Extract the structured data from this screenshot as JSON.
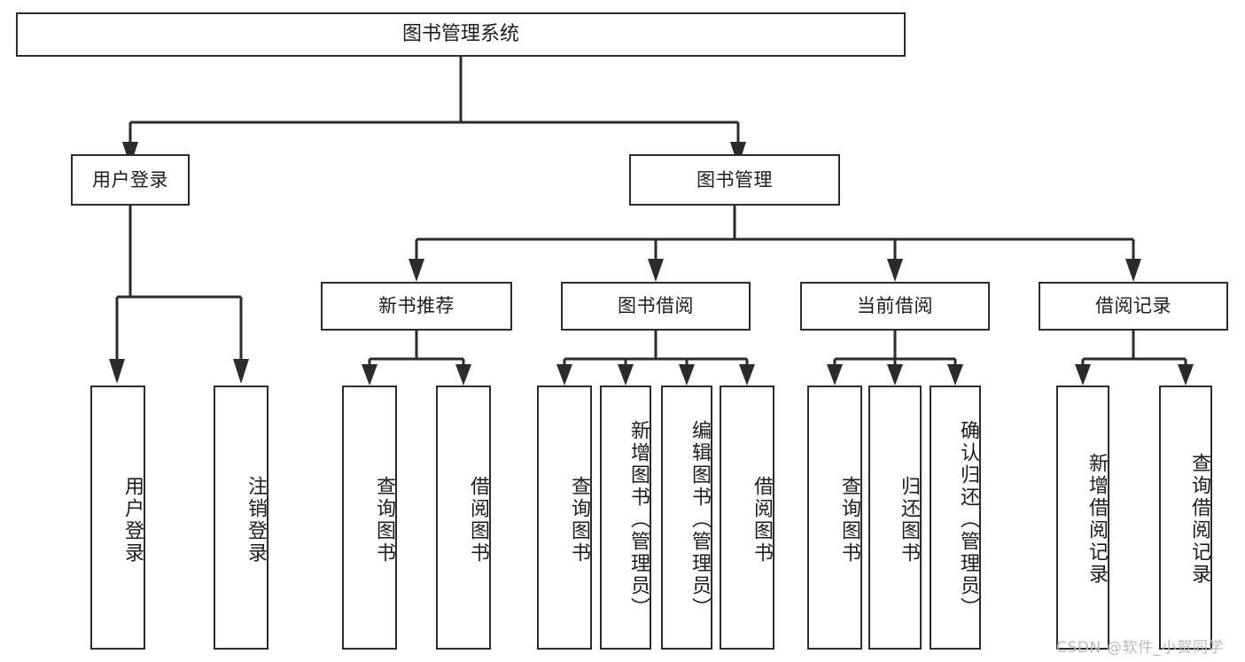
{
  "diagram": {
    "type": "tree-hierarchy",
    "title": "图书管理系统",
    "orientation": "top-down",
    "background_color": "#ffffff",
    "box_border_color": "#2b2b2b",
    "connector_color": "#2b2b2b",
    "text_color": "#1c1c1c"
  },
  "nodes": {
    "root": {
      "label": "图书管理系统",
      "level": 0
    },
    "level1": [
      {
        "id": "user-login",
        "label": "用户登录"
      },
      {
        "id": "book-management",
        "label": "图书管理"
      }
    ],
    "level2": [
      {
        "id": "new-book-recommend",
        "label": "新书推荐",
        "parent": "book-management"
      },
      {
        "id": "book-borrow",
        "label": "图书借阅",
        "parent": "book-management"
      },
      {
        "id": "current-borrow",
        "label": "当前借阅",
        "parent": "book-management"
      },
      {
        "id": "borrow-record",
        "label": "借阅记录",
        "parent": "book-management"
      }
    ],
    "leaves": [
      {
        "id": "leaf-user-login",
        "label": "用户登录",
        "parent": "user-login"
      },
      {
        "id": "leaf-logout-login",
        "label": "注销登录",
        "parent": "user-login"
      },
      {
        "id": "leaf-query-book-1",
        "label": "查询图书",
        "parent": "new-book-recommend"
      },
      {
        "id": "leaf-borrow-book-1",
        "label": "借阅图书",
        "parent": "new-book-recommend"
      },
      {
        "id": "leaf-query-book-2",
        "label": "查询图书",
        "parent": "book-borrow"
      },
      {
        "id": "leaf-add-book",
        "label": "新增图书（管理员）",
        "parent": "book-borrow"
      },
      {
        "id": "leaf-edit-book",
        "label": "编辑图书（管理员）",
        "parent": "book-borrow"
      },
      {
        "id": "leaf-borrow-book-2",
        "label": "借阅图书",
        "parent": "book-borrow"
      },
      {
        "id": "leaf-query-book-3",
        "label": "查询图书",
        "parent": "current-borrow"
      },
      {
        "id": "leaf-return-book",
        "label": "归还图书",
        "parent": "current-borrow"
      },
      {
        "id": "leaf-confirm-return",
        "label": "确认归还（管理员）",
        "parent": "current-borrow"
      },
      {
        "id": "leaf-add-record",
        "label": "新增借阅记录",
        "parent": "borrow-record"
      },
      {
        "id": "leaf-query-record",
        "label": "查询借阅记录",
        "parent": "borrow-record"
      }
    ]
  },
  "watermark": {
    "text": "CSDN @软件_小贺同学"
  }
}
